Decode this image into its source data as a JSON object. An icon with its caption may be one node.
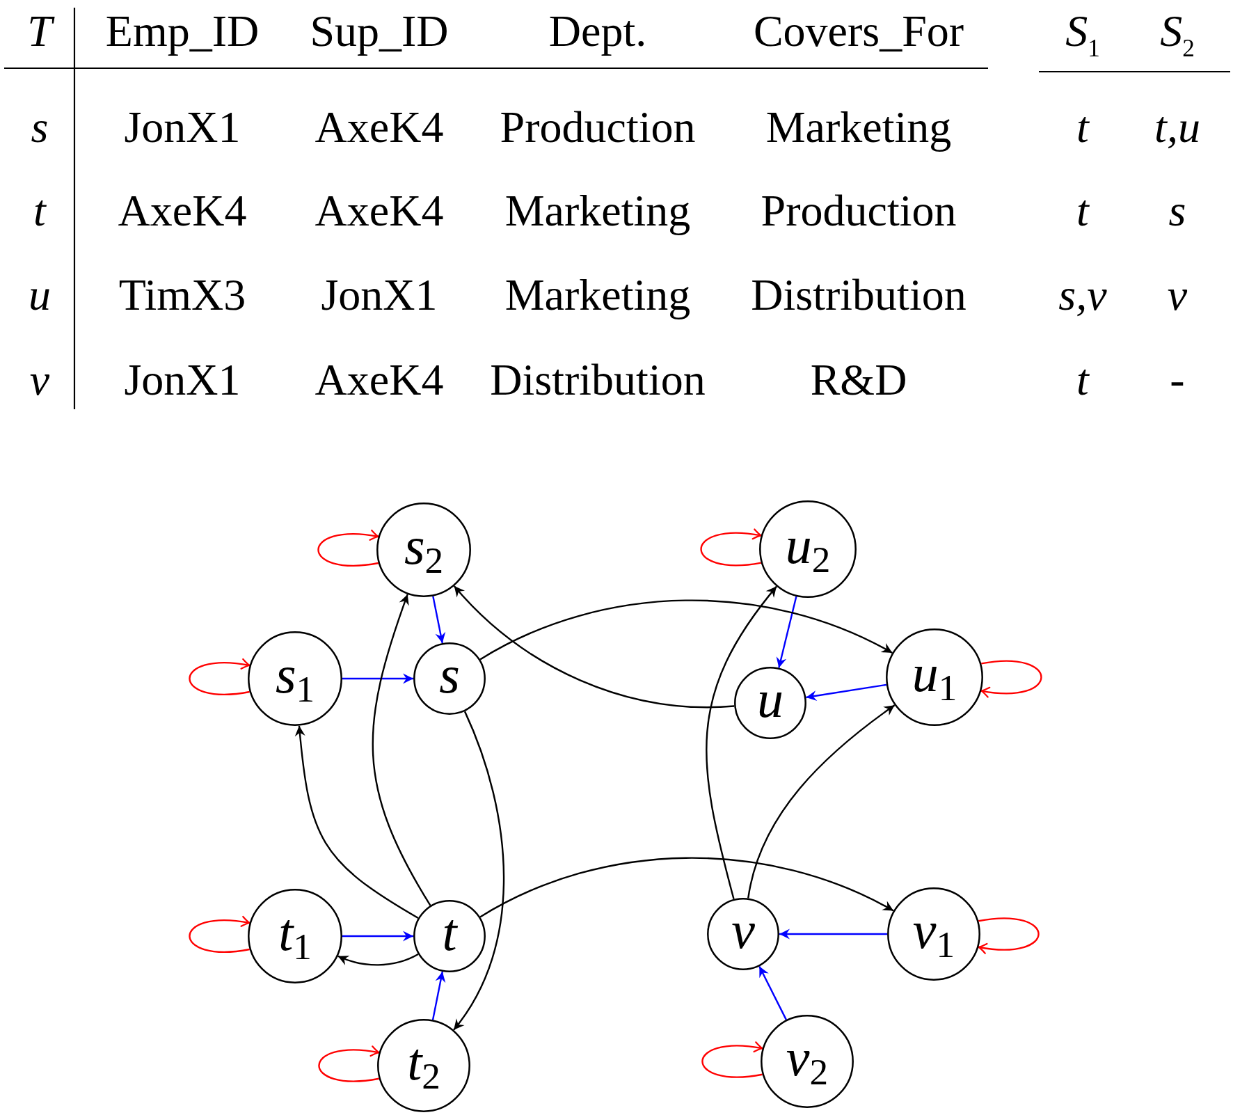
{
  "diagram": {
    "nodes": [
      {
        "text": [
          "s$_{2}$"
        ]
      },
      {
        "text": [
          "u$_{2}$"
        ]
      },
      {
        "text": [
          "s$_{1}$"
        ]
      },
      {
        "text": [
          "s"
        ]
      },
      {
        "text": [
          "u"
        ]
      },
      {
        "text": [
          "u$_{1}$"
        ]
      },
      {
        "text": [
          "t$_{1}$"
        ]
      },
      {
        "text": [
          "t"
        ]
      },
      {
        "text": [
          "v"
        ]
      },
      {
        "text": [
          "v$_{1}$"
        ]
      },
      {
        "text": [
          "t$_{2}$"
        ]
      },
      {
        "text": [
          "v$_{2}$"
        ]
      }
    ],
    "edges": [
      {
        "from": 0,
        "to": 0,
        "arrow": "to",
        "color": "#ff0000"
      },
      {
        "from": 1,
        "to": 1,
        "arrow": "to",
        "color": "#ff0000"
      },
      {
        "from": 2,
        "to": 2,
        "arrow": "to",
        "color": "#ff0000"
      },
      {
        "from": 5,
        "to": 5,
        "arrow": "to",
        "color": "#ff0000"
      },
      {
        "from": 6,
        "to": 6,
        "arrow": "to",
        "color": "#ff0000"
      },
      {
        "from": 9,
        "to": 9,
        "arrow": "to",
        "color": "#ff0000"
      },
      {
        "from": 10,
        "to": 10,
        "arrow": "to",
        "color": "#ff0000"
      },
      {
        "from": 11,
        "to": 11,
        "arrow": "to",
        "color": "#ff0000"
      },
      {
        "from": 0,
        "to": 3,
        "arrow": "to",
        "color": "#0000ff"
      },
      {
        "from": 2,
        "to": 3,
        "arrow": "to",
        "color": "#0000ff"
      },
      {
        "from": 1,
        "to": 4,
        "arrow": "to",
        "color": "#0000ff"
      },
      {
        "from": 5,
        "to": 4,
        "arrow": "to",
        "color": "#0000ff"
      },
      {
        "from": 6,
        "to": 7,
        "arrow": "to",
        "color": "#0000ff"
      },
      {
        "from": 10,
        "to": 7,
        "arrow": "to",
        "color": "#0000ff"
      },
      {
        "from": 9,
        "to": 8,
        "arrow": "to",
        "color": "#0000ff"
      },
      {
        "from": 11,
        "to": 8,
        "arrow": "to",
        "color": "#0000ff"
      },
      {
        "from": 3,
        "to": 5,
        "arrow": "to"
      },
      {
        "from": 4,
        "to": 0,
        "arrow": "to"
      },
      {
        "from": 7,
        "to": 0,
        "arrow": "to"
      },
      {
        "from": 7,
        "to": 2,
        "arrow": "to"
      },
      {
        "from": 3,
        "to": 10,
        "arrow": "to"
      },
      {
        "from": 7,
        "to": 6,
        "arrow": "to"
      },
      {
        "from": 7,
        "to": 9,
        "arrow": "to"
      },
      {
        "from": 8,
        "to": 1,
        "arrow": "to"
      },
      {
        "from": 8,
        "to": 5,
        "arrow": "to"
      }
    ],
    "labels": [
      "T",
      "Emp_ID",
      "Sup_ID",
      "Dept.",
      "Covers_For",
      "S$_{1}$",
      "S$_{2}$",
      "s",
      "JonX1",
      "AxeK4",
      "Production",
      "Marketing",
      "t",
      "t,u",
      "t",
      "AxeK4",
      "AxeK4",
      "Marketing",
      "Production",
      "t",
      "s",
      "u",
      "TimX3",
      "JonX1",
      "Marketing",
      "Distribution",
      "s,v",
      "v",
      "v",
      "JonX1",
      "AxeK4",
      "Distribution",
      "R&D",
      "t",
      "-"
    ]
  }
}
